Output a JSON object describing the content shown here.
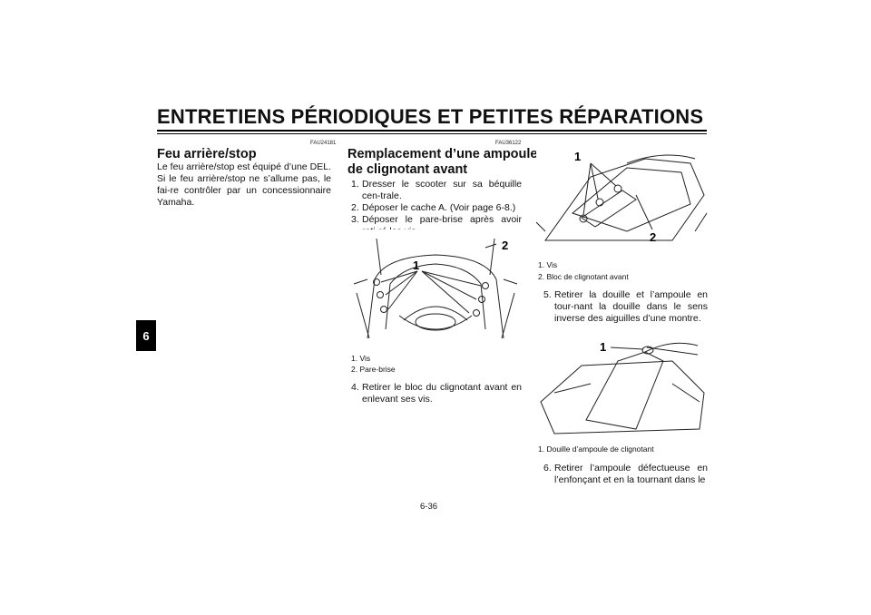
{
  "header": {
    "title": "ENTRETIENS PÉRIODIQUES ET PETITES RÉPARATIONS",
    "chapter_tab": "6"
  },
  "left": {
    "code": "FAU24181",
    "heading": "Feu arrière/stop",
    "paragraph": "Le feu arrière/stop est équipé d’une DEL. Si le feu arrière/stop ne s’allume pas, le fai-re contrôler par un concessionnaire Yamaha."
  },
  "middle": {
    "code": "FAU36122",
    "heading_line1": "Remplacement d’une ampoule",
    "heading_line2": "de clignotant avant",
    "steps": [
      {
        "num": "1.",
        "text": "Dresser le scooter sur sa béquille cen-trale."
      },
      {
        "num": "2.",
        "text": "Déposer le cache A. (Voir page 6-8.)"
      },
      {
        "num": "3.",
        "text": "Déposer le pare-brise après avoir reti-ré les vis."
      }
    ],
    "figure1": {
      "callout1": "1",
      "callout2": "2",
      "caption1": "1. Vis",
      "caption2": "2. Pare-brise"
    },
    "step4": {
      "num": "4.",
      "text": "Retirer le bloc du clignotant avant en enlevant ses vis."
    }
  },
  "right": {
    "figure2": {
      "callout1": "1",
      "callout2": "2",
      "caption1": "1. Vis",
      "caption2": "2. Bloc de clignotant avant"
    },
    "step5": {
      "num": "5.",
      "text": "Retirer la douille et l’ampoule en tour-nant la douille dans le sens inverse des aiguilles d’une montre."
    },
    "figure3": {
      "callout1": "1",
      "caption1": "1. Douille d’ampoule de clignotant"
    },
    "step6": {
      "num": "6.",
      "text": "Retirer l’ampoule défectueuse en l’enfonçant et en la tournant dans le"
    }
  },
  "footer": {
    "page_number": "6-36"
  }
}
